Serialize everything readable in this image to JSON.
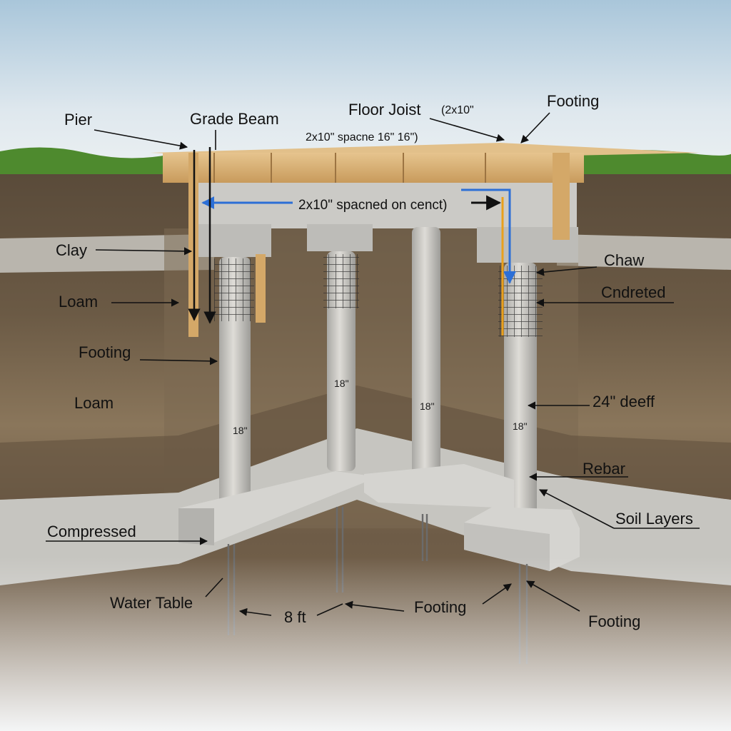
{
  "labels": {
    "pier": "Pier",
    "grade_beam": "Grade Beam",
    "floor_joist": "Floor Joist",
    "joist_size": "(2x10\"",
    "footing_top": "Footing",
    "joist_spacing": "2x10\" spacne 16\" 16\")",
    "beam_note": "2x10\" spacned on cenct)",
    "clay": "Clay",
    "loam_1": "Loam",
    "footing_left": "Footing",
    "loam_2": "Loam",
    "compressed": "Compressed",
    "water_table": "Water Table",
    "depth_8ft": "8 ft",
    "footing_bottom_mid": "Footing",
    "footing_bottom_right": "Footing",
    "chaw": "Chaw",
    "cndreted": "Cndreted",
    "depth_24": "24\" deeff",
    "rebar": "Rebar",
    "soil_layers": "Soil Layers"
  },
  "pier_diameters": [
    "18\"",
    "18\"",
    "18\"",
    "18\""
  ],
  "colors": {
    "sky_top": "#b9d2e3",
    "grass": "#4e8a2e",
    "soil_dark": "#5e4e3c",
    "soil_light": "#8c7659",
    "clay_band": "#b7b3ab",
    "concrete": "#c9c8c4",
    "wood": "#d9b47a",
    "water_arrow": "#2c6fd6",
    "orange_arrow": "#e9a01c"
  }
}
